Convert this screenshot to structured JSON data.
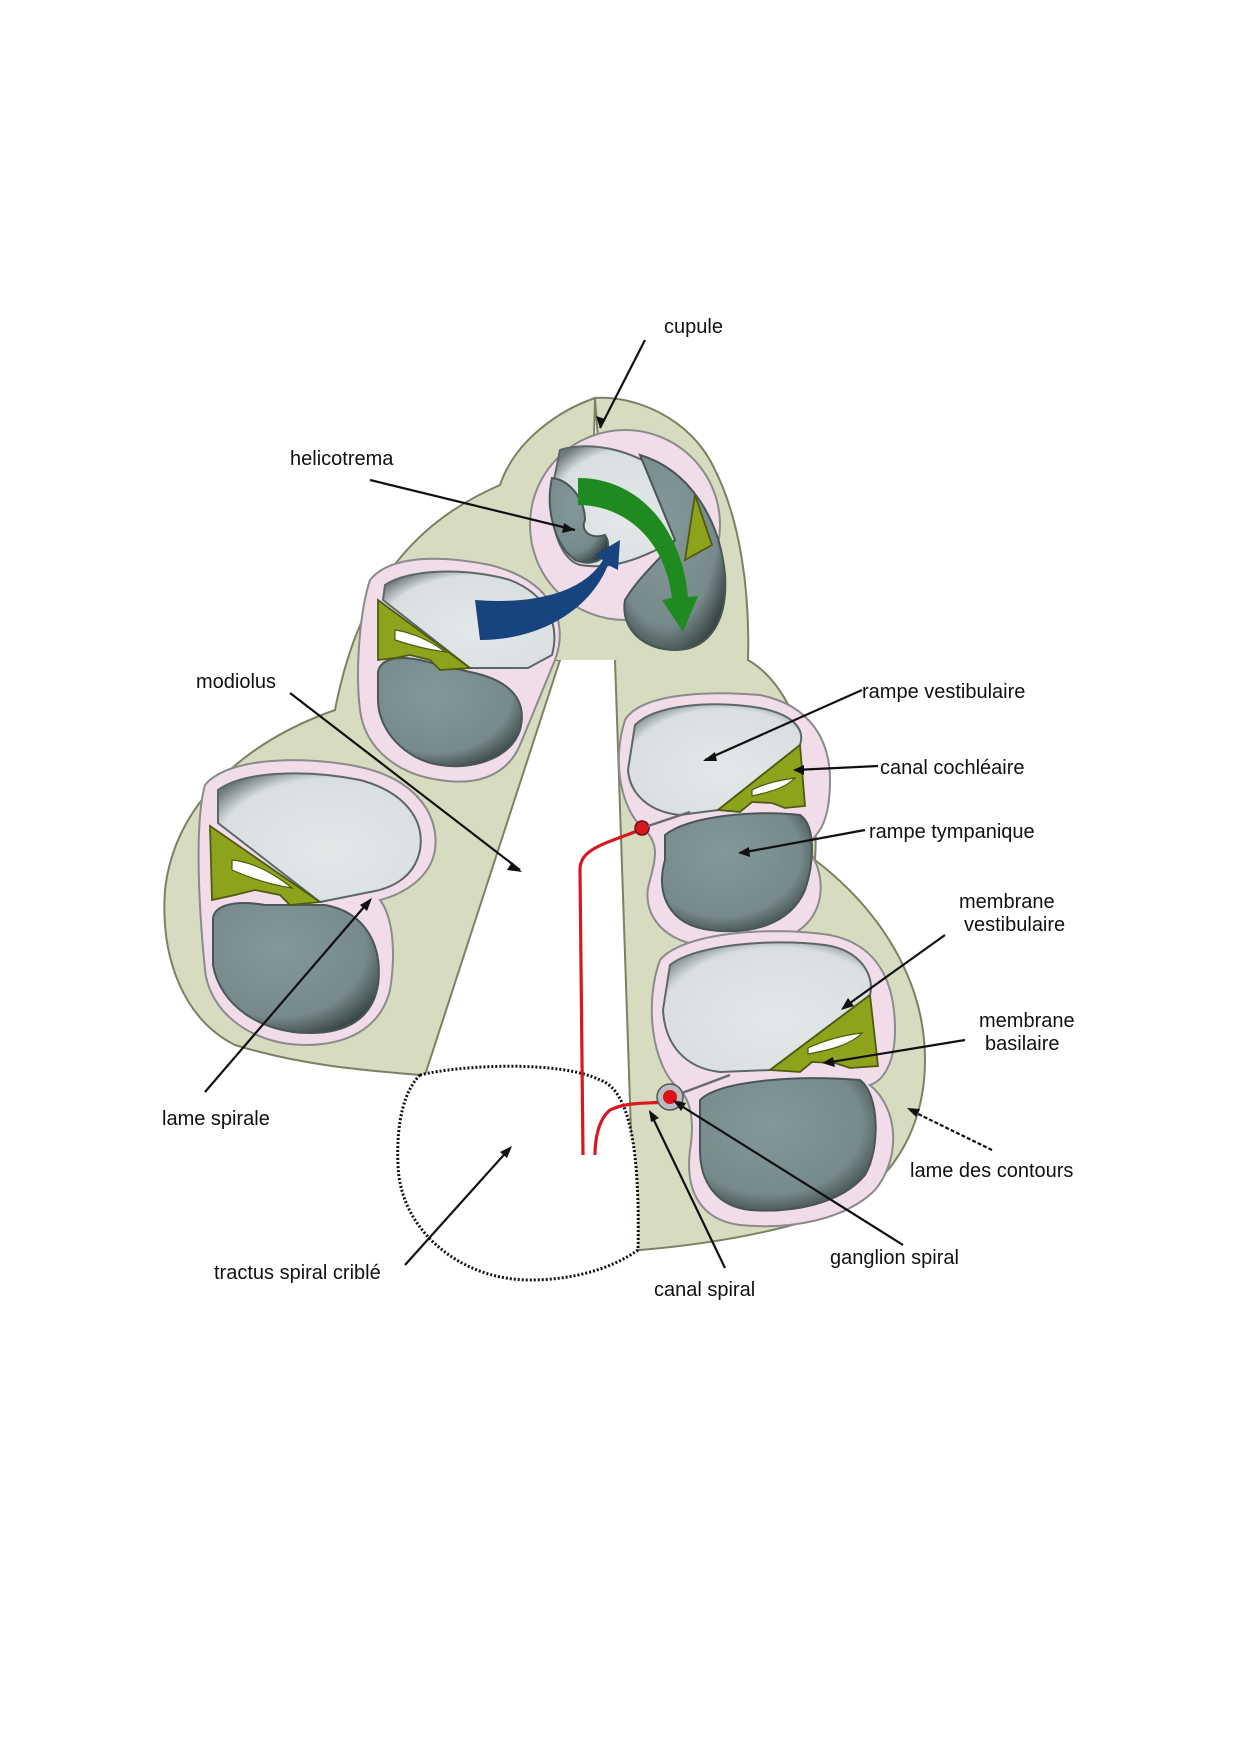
{
  "labels": {
    "cupule": "cupule",
    "helicotrema": "helicotrema",
    "modiolus": "modiolus",
    "rampe_vestibulaire": "rampe vestibulaire",
    "canal_cochleaire": "canal cochléaire",
    "rampe_tympanique": "rampe tympanique",
    "membrane_vestibulaire_l1": "membrane",
    "membrane_vestibulaire_l2": "vestibulaire",
    "membrane_basilaire_l1": "membrane",
    "membrane_basilaire_l2": "basilaire",
    "lame_spirale": "lame spirale",
    "lame_des_contours": "lame des contours",
    "ganglion_spiral": "ganglion spiral",
    "canal_spiral": "canal spiral",
    "tractus_spiral_crible": "tractus spiral criblé"
  },
  "colors": {
    "bone": "#d7dcc0",
    "endosteum": "#f1dcea",
    "scala_vestibuli": "#dde2e3",
    "scala_tympani": "#7b8c8c",
    "cochlear_duct": "#8ea31c",
    "nerve": "#d81820",
    "arrow_green": "#1f8a1f",
    "arrow_blue": "#17437e"
  }
}
